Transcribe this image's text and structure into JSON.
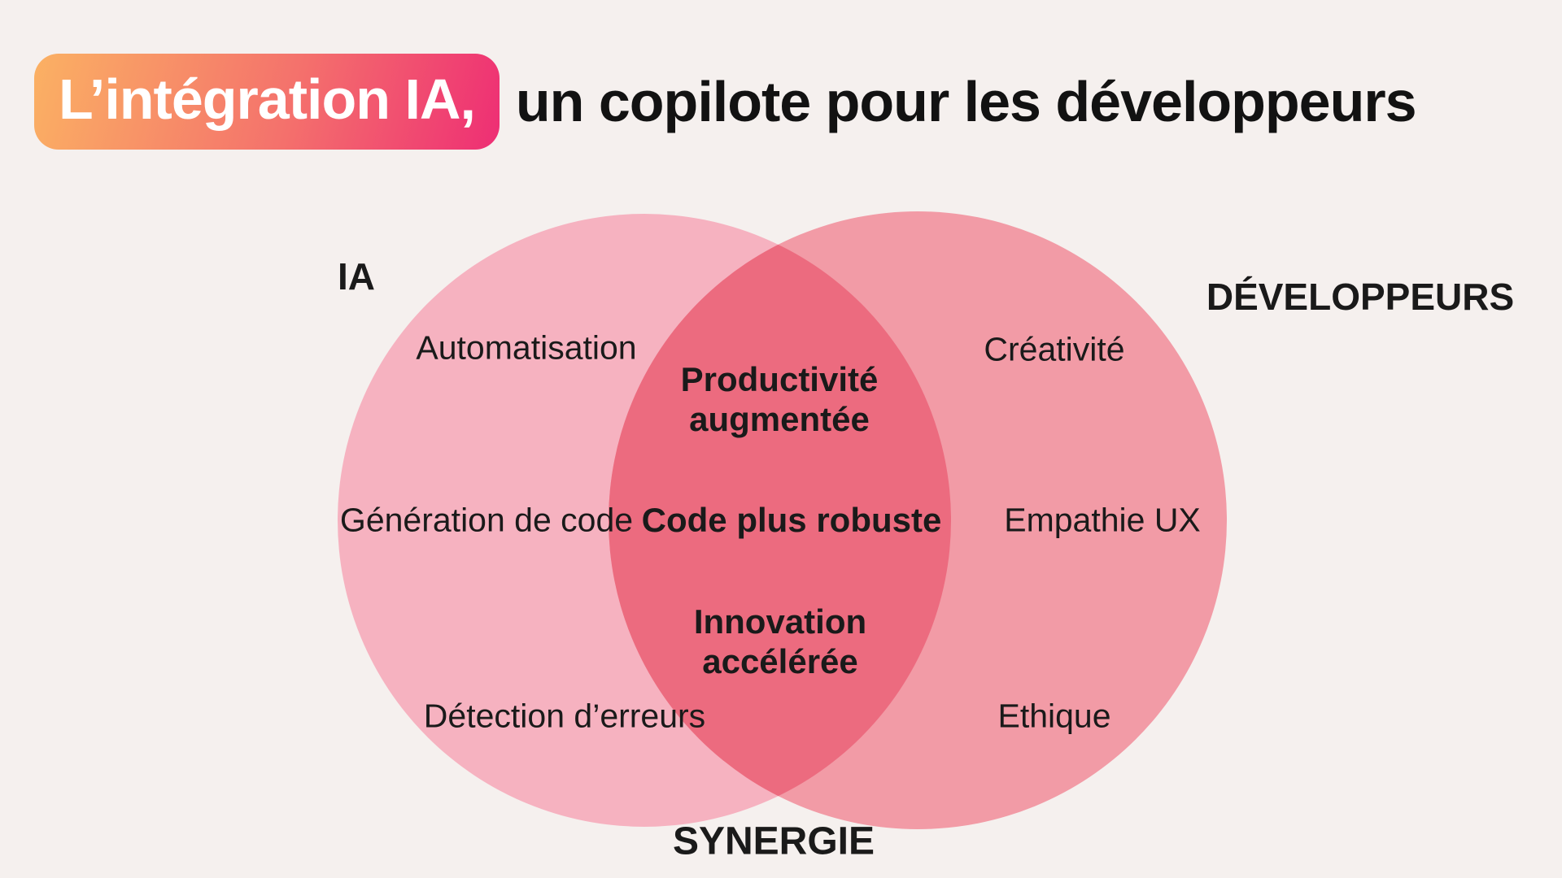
{
  "title": {
    "highlight": "L’intégration IA,",
    "rest": "un copilote pour les développeurs"
  },
  "diagram": {
    "type": "venn",
    "left_set": {
      "label": "IA",
      "items": [
        "Automatisation",
        "Génération de code",
        "Détection d’erreurs"
      ]
    },
    "right_set": {
      "label": "DÉVELOPPEURS",
      "items": [
        "Créativité",
        "Empathie UX",
        "Ethique"
      ]
    },
    "intersection": {
      "label": "SYNERGIE",
      "items": [
        "Productivité augmentée",
        "Code plus robuste",
        "Innovation accélérée"
      ]
    }
  },
  "colors": {
    "background": "#f5f0ee",
    "left_circle": "#f6b2c0",
    "right_circle": "#f29ba6",
    "intersection": "#ec6b7f",
    "badge_gradient_start": "#fbb163",
    "badge_gradient_mid": "#f4716c",
    "badge_gradient_end": "#ee2e74",
    "text": "#1a1a1a"
  }
}
